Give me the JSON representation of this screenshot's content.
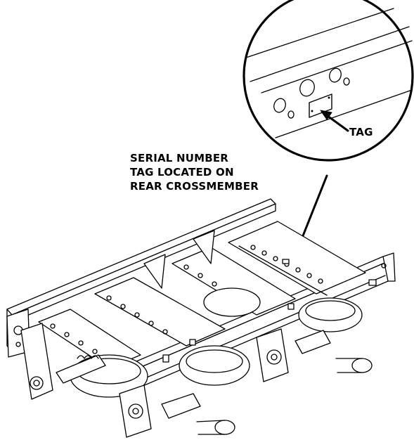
{
  "callout": {
    "line1": "SERIAL NUMBER",
    "line2": "TAG LOCATED ON",
    "line3": "REAR CROSSMEMBER"
  },
  "detail": {
    "tag_label": "TAG"
  },
  "colors": {
    "ink": "#000000",
    "paper": "#ffffff"
  }
}
